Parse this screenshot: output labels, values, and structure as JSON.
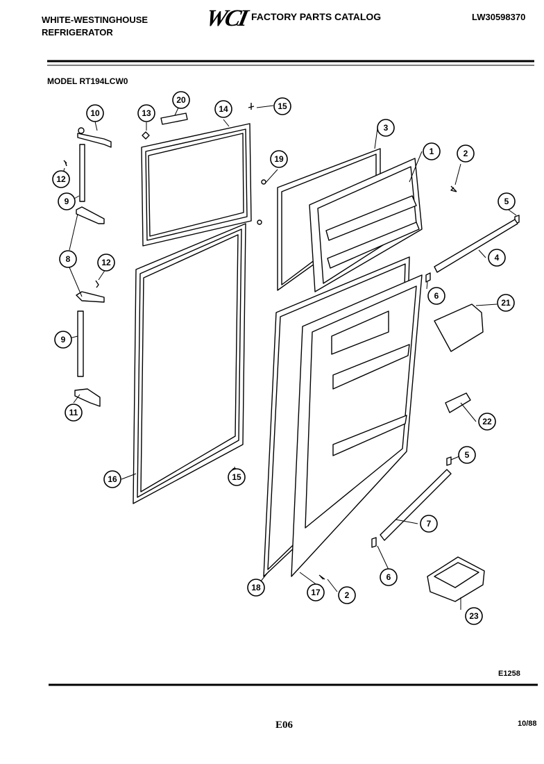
{
  "header": {
    "brand_line1": "WHITE-WESTINGHOUSE",
    "brand_line2": "REFRIGERATOR",
    "logo": "WCI",
    "catalog_title": "FACTORY PARTS CATALOG",
    "doc_number": "LW30598370",
    "model": "MODEL RT194LCW0"
  },
  "footer": {
    "figure_code": "E1258",
    "page_code": "E06",
    "date": "10/88"
  },
  "callouts": [
    "10",
    "13",
    "20",
    "14",
    "15",
    "12",
    "9",
    "8",
    "12",
    "9",
    "11",
    "16",
    "15",
    "19",
    "3",
    "1",
    "2",
    "5",
    "4",
    "6",
    "21",
    "22",
    "5",
    "7",
    "6",
    "18",
    "17",
    "2",
    "23"
  ]
}
